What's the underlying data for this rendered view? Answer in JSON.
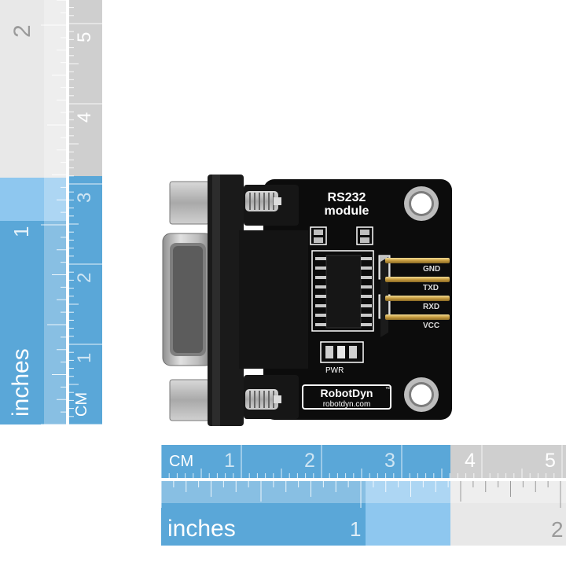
{
  "rulers": {
    "vertical": {
      "inches_label": "inches",
      "cm_label": "CM",
      "inch_numbers": [
        "1",
        "2"
      ],
      "cm_numbers": [
        "1",
        "2",
        "3",
        "4",
        "5"
      ]
    },
    "horizontal": {
      "inches_label": "inches",
      "cm_label": "CM",
      "inch_numbers": [
        "1",
        "2"
      ],
      "cm_numbers": [
        "1",
        "2",
        "3",
        "4",
        "5"
      ]
    },
    "colors": {
      "blue": "#5aa7d8",
      "blue_light": "#8ec7ef",
      "gray": "#cfcfcf",
      "gray_light": "#e6e6e6"
    }
  },
  "board": {
    "title_line1": "RS232",
    "title_line2": "module",
    "pins": [
      "GND",
      "TXD",
      "RXD",
      "VCC"
    ],
    "led_label": "PWR",
    "brand": "RobotDyn",
    "brand_tm": "™",
    "website": "robotdyn.com",
    "colors": {
      "pcb": "#0d0d0d",
      "silk": "#ffffff",
      "gold": "#d6b25a",
      "metal": "#b9b9b9"
    }
  }
}
